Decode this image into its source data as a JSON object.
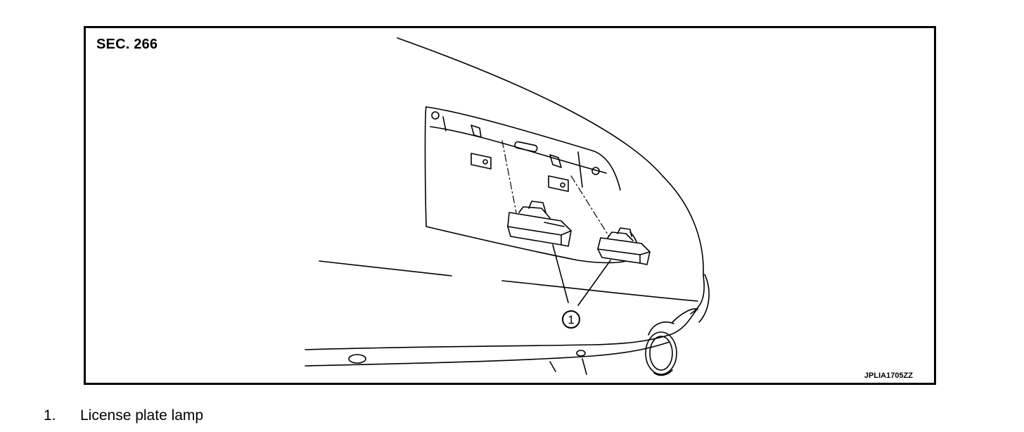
{
  "figure": {
    "section": "SEC. 266",
    "image_id": "JPLIA1705ZZ",
    "callouts": [
      {
        "number": "1"
      }
    ]
  },
  "legend": [
    {
      "number": "1.",
      "label": "License plate lamp"
    }
  ]
}
